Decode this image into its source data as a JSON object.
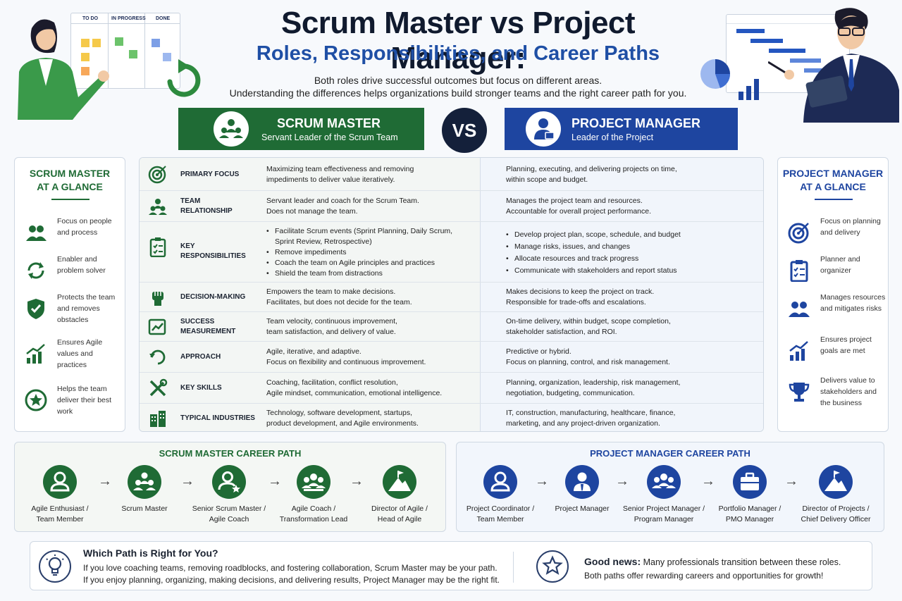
{
  "header": {
    "title": "Scrum Master vs Project Manager:",
    "subtitle": "Roles, Responsibilities, and Career Paths",
    "intro_line1": "Both roles drive successful outcomes but focus on different areas.",
    "intro_line2": "Understanding the differences helps organizations build stronger teams and the right career path for you."
  },
  "board": {
    "col1": "TO DO",
    "col2": "IN PROGRESS",
    "col3": "DONE"
  },
  "banners": {
    "sm": {
      "title": "SCRUM MASTER",
      "subtitle": "Servant Leader of the Scrum Team"
    },
    "vs": "VS",
    "pm": {
      "title": "PROJECT MANAGER",
      "subtitle": "Leader of the Project"
    }
  },
  "sm_glance": {
    "heading_line1": "SCRUM MASTER",
    "heading_line2": "AT A GLANCE",
    "items": [
      {
        "icon": "team-icon",
        "line1": "Focus on people",
        "line2": "and process",
        "line3": ""
      },
      {
        "icon": "cycle-icon",
        "line1": "Enabler and",
        "line2": "problem solver",
        "line3": ""
      },
      {
        "icon": "shield-check-icon",
        "line1": "Protects the team",
        "line2": "and removes",
        "line3": "obstacles"
      },
      {
        "icon": "growth-chart-icon",
        "line1": "Ensures Agile",
        "line2": "values and",
        "line3": "practices"
      },
      {
        "icon": "star-badge-icon",
        "line1": "Helps the team",
        "line2": "deliver their best",
        "line3": "work"
      }
    ]
  },
  "pm_glance": {
    "heading_line1": "PROJECT MANAGER",
    "heading_line2": "AT A GLANCE",
    "items": [
      {
        "icon": "target-icon",
        "line1": "Focus on planning",
        "line2": "and delivery"
      },
      {
        "icon": "clipboard-icon",
        "line1": "Planner and",
        "line2": "organizer"
      },
      {
        "icon": "team-icon",
        "line1": "Manages resources",
        "line2": "and mitigates risks"
      },
      {
        "icon": "growth-chart-icon",
        "line1": "Ensures project",
        "line2": "goals are met"
      },
      {
        "icon": "trophy-icon",
        "line1": "Delivers value to",
        "line2": "stakeholders and",
        "line3": "the business"
      }
    ]
  },
  "comparison": {
    "rows": [
      {
        "icon": "target-icon",
        "label": "PRIMARY FOCUS",
        "sm": [
          "Maximizing team effectiveness and removing",
          "impediments to deliver value iteratively."
        ],
        "pm": [
          "Planning, executing, and delivering projects on time,",
          "within scope and budget."
        ]
      },
      {
        "icon": "team-icon",
        "label_line1": "TEAM",
        "label_line2": "RELATIONSHIP",
        "sm": [
          "Servant leader and coach for the Scrum Team.",
          "Does not manage the team."
        ],
        "pm": [
          "Manages the project team and resources.",
          "Accountable for overall project performance."
        ]
      },
      {
        "icon": "checklist-icon",
        "label_line1": "KEY",
        "label_line2": "RESPONSIBILITIES",
        "sm_bullets": [
          "Facilitate Scrum events (Sprint Planning, Daily Scrum, Sprint Review, Retrospective)",
          "Remove impediments",
          "Coach the team on Agile principles and practices",
          "Shield the team from distractions"
        ],
        "pm_bullets": [
          "Develop project plan, scope, schedule, and budget",
          "Manage risks, issues, and changes",
          "Allocate resources and track progress",
          "Communicate with stakeholders and report status"
        ]
      },
      {
        "icon": "fist-icon",
        "label": "DECISION-MAKING",
        "sm": [
          "Empowers the team to make decisions.",
          "Facilitates, but does not decide for the team."
        ],
        "pm": [
          "Makes decisions to keep the project on track.",
          "Responsible for trade-offs and escalations."
        ]
      },
      {
        "icon": "metrics-icon",
        "label_line1": "SUCCESS",
        "label_line2": "MEASUREMENT",
        "sm": [
          "Team velocity, continuous improvement,",
          "team satisfaction, and delivery of value."
        ],
        "pm": [
          "On-time delivery, within budget, scope completion,",
          "stakeholder satisfaction, and ROI."
        ]
      },
      {
        "icon": "iterate-icon",
        "label": "APPROACH",
        "sm": [
          "Agile, iterative, and adaptive.",
          "Focus on flexibility and continuous improvement."
        ],
        "pm": [
          "Predictive or hybrid.",
          "Focus on planning, control, and risk management."
        ]
      },
      {
        "icon": "tools-icon",
        "label": "KEY SKILLS",
        "sm": [
          "Coaching, facilitation, conflict resolution,",
          "Agile mindset, communication, emotional intelligence."
        ],
        "pm": [
          "Planning, organization, leadership, risk management,",
          "negotiation, budgeting, communication."
        ]
      },
      {
        "icon": "buildings-icon",
        "label": "TYPICAL INDUSTRIES",
        "sm": [
          "Technology, software development, startups,",
          "product development, and Agile environments."
        ],
        "pm": [
          "IT, construction, manufacturing, healthcare, finance,",
          "marketing, and any project-driven organization."
        ]
      }
    ]
  },
  "sm_career": {
    "heading": "SCRUM MASTER CAREER PATH",
    "steps": [
      {
        "icon": "person-icon",
        "line1": "Agile Enthusiast /",
        "line2": "Team Member"
      },
      {
        "icon": "team-icon",
        "line1": "Scrum Master",
        "line2": ""
      },
      {
        "icon": "person-star-icon",
        "line1": "Senior Scrum Master /",
        "line2": "Agile Coach"
      },
      {
        "icon": "group-icon",
        "line1": "Agile Coach /",
        "line2": "Transformation Lead"
      },
      {
        "icon": "mountain-flag-icon",
        "line1": "Director of Agile /",
        "line2": "Head of Agile"
      }
    ]
  },
  "pm_career": {
    "heading": "PROJECT MANAGER CAREER PATH",
    "steps": [
      {
        "icon": "person-icon",
        "line1": "Project Coordinator /",
        "line2": "Team Member"
      },
      {
        "icon": "person-tie-icon",
        "line1": "Project Manager",
        "line2": ""
      },
      {
        "icon": "group-icon",
        "line1": "Senior Project Manager /",
        "line2": "Program Manager"
      },
      {
        "icon": "briefcase-icon",
        "line1": "Portfolio Manager /",
        "line2": "PMO Manager"
      },
      {
        "icon": "mountain-flag-icon",
        "line1": "Director of Projects /",
        "line2": "Chief Delivery Officer"
      }
    ]
  },
  "bottom": {
    "heading": "Which Path is Right for You?",
    "line1": "If you love coaching teams, removing roadblocks, and fostering collaboration, Scrum Master may be your path.",
    "line2": "If you enjoy planning, organizing, making decisions, and delivering results, Project Manager may be the right fit.",
    "good_label": "Good news:",
    "good_text": "Many professionals transition between these roles.",
    "good_line2": "Both paths offer rewarding careers and opportunities for growth!"
  },
  "colors": {
    "sm_green": "#1f6b35",
    "pm_blue": "#1e45a0",
    "navy": "#14203a",
    "title": "#101a2e"
  }
}
